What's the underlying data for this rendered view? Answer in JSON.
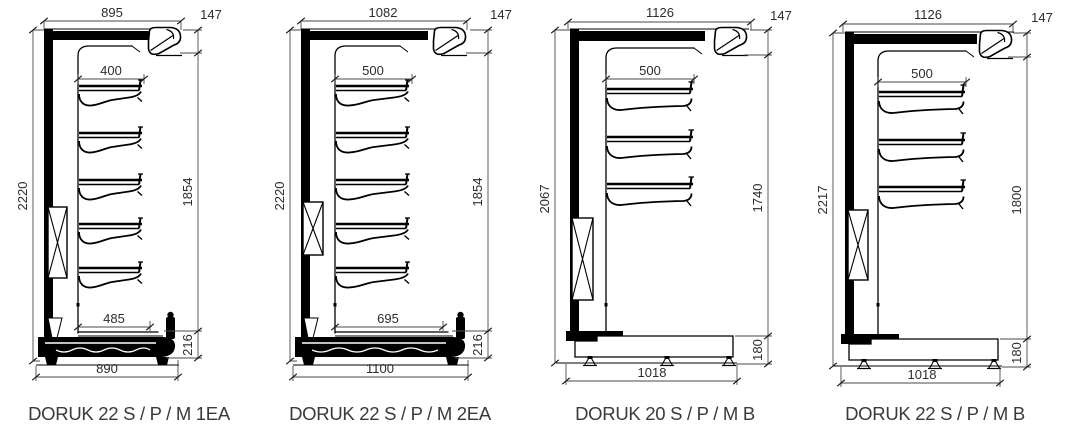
{
  "sheet": {
    "background": "#ffffff",
    "line_color": "#000000",
    "dimension_text_color": "#2c2c30",
    "title_text_color": "#3a3a3c"
  },
  "drawings": [
    {
      "id": "doruk-22-spm-1ea",
      "title": "DORUK 22 S / P / M 1EA",
      "shelf_count": 5,
      "dims": {
        "top_width": "895",
        "canopy_height": "147",
        "shelf_depth": "400",
        "overall_height": "2220",
        "front_height": "1854",
        "deck_depth": "485",
        "base_height": "216",
        "bottom_width": "890"
      }
    },
    {
      "id": "doruk-22-spm-2ea",
      "title": "DORUK 22 S / P / M 2EA",
      "shelf_count": 5,
      "dims": {
        "top_width": "1082",
        "canopy_height": "147",
        "shelf_depth": "500",
        "overall_height": "2220",
        "front_height": "1854",
        "deck_depth": "695",
        "base_height": "216",
        "bottom_width": "1100"
      }
    },
    {
      "id": "doruk-20-spm-b",
      "title": "DORUK 20 S / P / M B",
      "shelf_count": 3,
      "dims": {
        "top_width": "1126",
        "canopy_height": "147",
        "shelf_depth": "500",
        "overall_height": "2067",
        "front_height": "1740",
        "base_height": "180",
        "bottom_width": "1018"
      }
    },
    {
      "id": "doruk-22-spm-b",
      "title": "DORUK 22 S / P / M B",
      "shelf_count": 3,
      "dims": {
        "top_width": "1126",
        "canopy_height": "147",
        "shelf_depth": "500",
        "overall_height": "2217",
        "front_height": "1800",
        "base_height": "180",
        "bottom_width": "1018"
      }
    }
  ]
}
